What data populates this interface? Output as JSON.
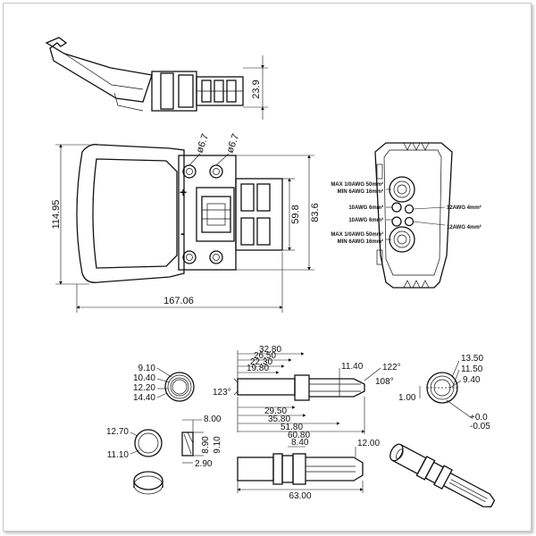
{
  "top_view": {
    "height_label": "23.9"
  },
  "front_view": {
    "hole_left": "ø6.7",
    "hole_right": "ø6.7",
    "plus": "+",
    "minus": "-",
    "inner_height": "59.8",
    "outer_height": "83.6",
    "total_height": "114.95",
    "total_width": "167.06"
  },
  "side_view": {
    "left_labels": [
      "MAX 1/0AWG 50mm²",
      "MIN 6AWG 16mm²",
      "10AWG 6mm²",
      "10AWG 6mm²",
      "MAX 1/0AWG 50mm²",
      "MIN 6AWG 16mm²"
    ],
    "right_labels": [
      "12AWG 4mm²",
      "12AWG 4mm²"
    ]
  },
  "contact_end": {
    "labels": [
      "9.10",
      "10.40",
      "12.20",
      "14.40"
    ]
  },
  "contact_section": {
    "top_labels": [
      "32.80",
      "26.50",
      "22.30",
      "19.80"
    ],
    "right_top": [
      "11.40",
      "122°",
      "108°"
    ],
    "left_angle": "123°",
    "bottom_labels": [
      "29.50",
      "35.80",
      "51.80",
      "60.80"
    ]
  },
  "contact_right_end": {
    "labels": [
      "13.50",
      "11.50",
      "9.40"
    ],
    "side": "1.00",
    "tol_plus": "+0.0",
    "tol_minus": "-0.05"
  },
  "ring": {
    "labels": [
      "12.70",
      "11.10"
    ]
  },
  "ring_side": {
    "labels": [
      "8.00",
      "8.90",
      "9.10",
      "2.90"
    ]
  },
  "pin": {
    "labels": [
      "8.40",
      "12.00",
      "63.00"
    ]
  }
}
